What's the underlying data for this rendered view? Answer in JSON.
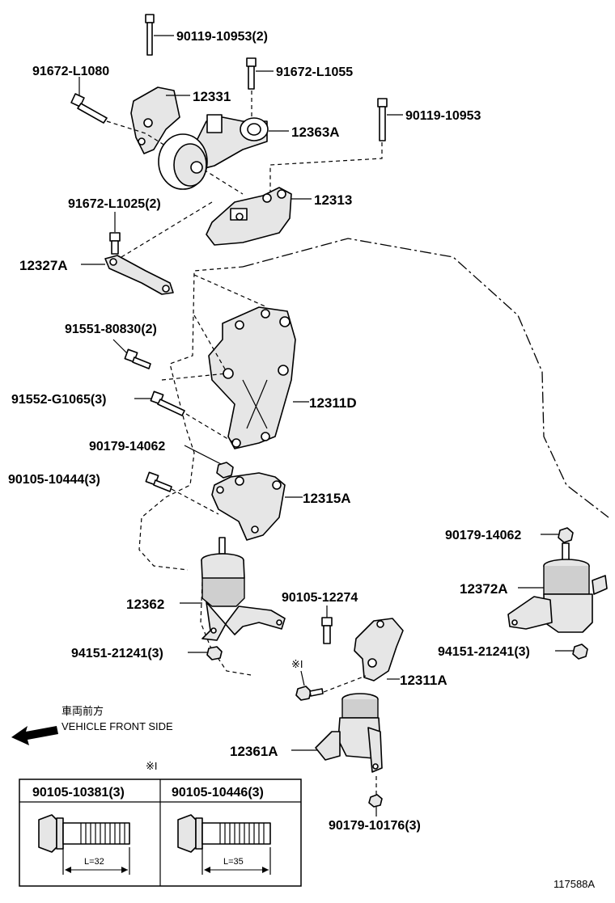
{
  "labels": {
    "p90119_10953_2": "90119-10953(2)",
    "p91672_L1080": "91672-L1080",
    "p12331": "12331",
    "p91672_L1055": "91672-L1055",
    "p12363A": "12363A",
    "p90119_10953": "90119-10953",
    "p91672_L1025_2": "91672-L1025(2)",
    "p12313": "12313",
    "p12327A": "12327A",
    "p91551_80830_2": "91551-80830(2)",
    "p91552_G1065_3": "91552-G1065(3)",
    "p12311D": "12311D",
    "p90179_14062_a": "90179-14062",
    "p90105_10444_3": "90105-10444(3)",
    "p12315A": "12315A",
    "p90179_14062_b": "90179-14062",
    "p12372A": "12372A",
    "p12362": "12362",
    "p90105_12274": "90105-12274",
    "p94151_21241_a": "94151-21241(3)",
    "p94151_21241_b": "94151-21241(3)",
    "p12311A": "12311A",
    "note_mark": "※I",
    "p12361A": "12361A",
    "p90179_10176_3": "90179-10176(3)"
  },
  "front": {
    "japanese": "車両前方",
    "english": "VEHICLE FRONT SIDE"
  },
  "bolt_table": {
    "mark": "※I",
    "left_part": "90105-10381(3)",
    "right_part": "90105-10446(3)",
    "left_length": "L=32",
    "right_length": "L=35"
  },
  "illustration_id": "117588A"
}
